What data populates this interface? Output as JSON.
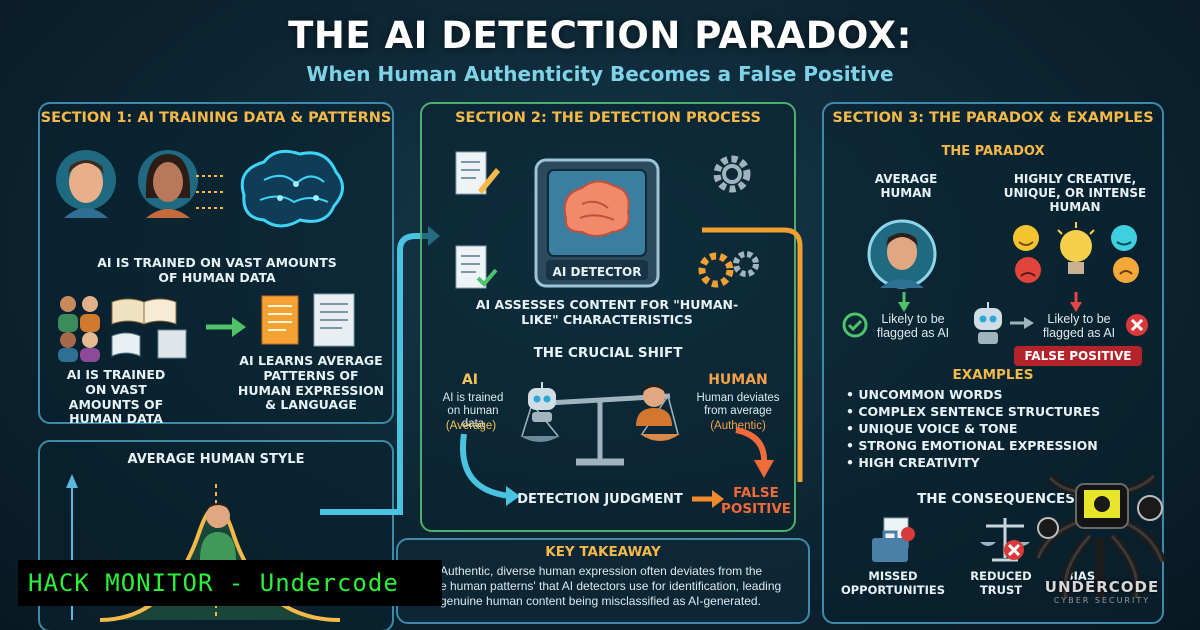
{
  "header": {
    "title": "THE AI DETECTION PARADOX:",
    "subtitle": "When Human Authenticity Becomes a False Positive"
  },
  "section1": {
    "title": "SECTION 1: AI TRAINING DATA & PATTERNS",
    "trained_text": "AI IS TRAINED ON VAST AMOUNTS OF HUMAN DATA",
    "trained_text_2": "AI IS TRAINED ON VAST AMOUNTS OF HUMAN DATA",
    "learns_text": "AI LEARNS AVERAGE PATTERNS OF HUMAN EXPRESSION & LANGUAGE",
    "avg_style": "AVERAGE HUMAN STYLE"
  },
  "section2": {
    "title": "SECTION 2: THE DETECTION PROCESS",
    "detector_label": "AI DETECTOR",
    "assesses_text": "AI ASSESSES CONTENT FOR \"HUMAN-LIKE\" CHARACTERISTICS",
    "shift_title": "THE CRUCIAL SHIFT",
    "ai_label": "AI",
    "ai_desc": "AI is trained on human data",
    "ai_note": "(Average)",
    "human_label": "HUMAN",
    "human_desc": "Human deviates from average",
    "human_note": "(Authentic)",
    "judgment": "DETECTION JUDGMENT",
    "false_positive": "FALSE POSITIVE"
  },
  "takeaway": {
    "title": "KEY TAKEAWAY",
    "line1": "Authentic, diverse human expression often deviates from the",
    "line2": "e human patterns' that AI detectors use for identification, leading",
    "line3": "genuine human content being misclassified as AI-generated."
  },
  "section3": {
    "title": "SECTION 3: THE PARADOX & EXAMPLES",
    "paradox_title": "THE PARADOX",
    "avg_human": "AVERAGE HUMAN",
    "creative_human": "HIGHLY CREATIVE, UNIQUE, OR INTENSE HUMAN",
    "flag_left": "Likely to be flagged as AI",
    "flag_right": "Likely to be flagged as AI",
    "fp_badge": "FALSE POSITIVE",
    "examples_title": "EXAMPLES",
    "examples": [
      "• UNCOMMON WORDS",
      "• COMPLEX SENTENCE STRUCTURES",
      "• UNIQUE VOICE & TONE",
      "• STRONG EMOTIONAL EXPRESSION",
      "• HIGH CREATIVITY"
    ],
    "consequences_title": "THE CONSEQUENCES",
    "consequences": [
      "MISSED OPPORTUNITIES",
      "REDUCED TRUST",
      "BIAS"
    ]
  },
  "branding": {
    "watermark": "HACK MONITOR - Undercode",
    "logo_text": "UNDERCODE",
    "logo_sub": "CYBER SECURITY"
  },
  "colors": {
    "accent_gold": "#f4b948",
    "panel_border": "#3f8aa8",
    "green_border": "#4caf6e",
    "orange_arrow": "#f08a2a",
    "cyan_text": "#7fd3e6"
  }
}
